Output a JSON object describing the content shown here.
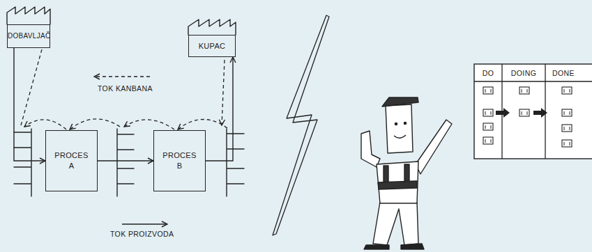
{
  "diagram": {
    "nodes": [
      {
        "text": [
          "DOBAVLJAČ"
        ]
      },
      {
        "text": [
          "KUPAC"
        ]
      },
      {
        "text": [
          "PROCES A"
        ]
      },
      {
        "text": [
          "PROCES B"
        ]
      }
    ],
    "edges": [
      {
        "from": 0,
        "to": 2,
        "arrow": "to"
      },
      {
        "from": 2,
        "to": 3,
        "arrow": "to"
      },
      {
        "from": 3,
        "to": 1,
        "arrow": "to"
      }
    ],
    "labels": [
      "TOK KANBANA",
      "TOK PROIZVODA",
      "DO",
      "DOING",
      "DONE"
    ]
  }
}
